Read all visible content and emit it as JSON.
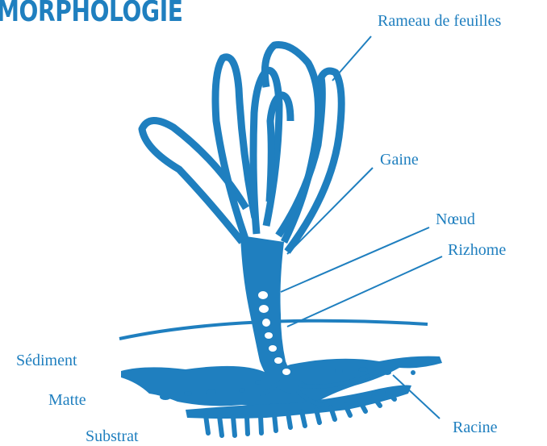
{
  "title": "MORPHOLOGIE",
  "labels": {
    "leaves": "Rameau de feuilles",
    "sheath": "Gaine",
    "node": "Nœud",
    "rhizome": "Rizhome",
    "sediment": "Sédiment",
    "matte": "Matte",
    "substrate": "Substrat",
    "root": "Racine"
  },
  "colors": {
    "ink": "#1f7fbf"
  }
}
